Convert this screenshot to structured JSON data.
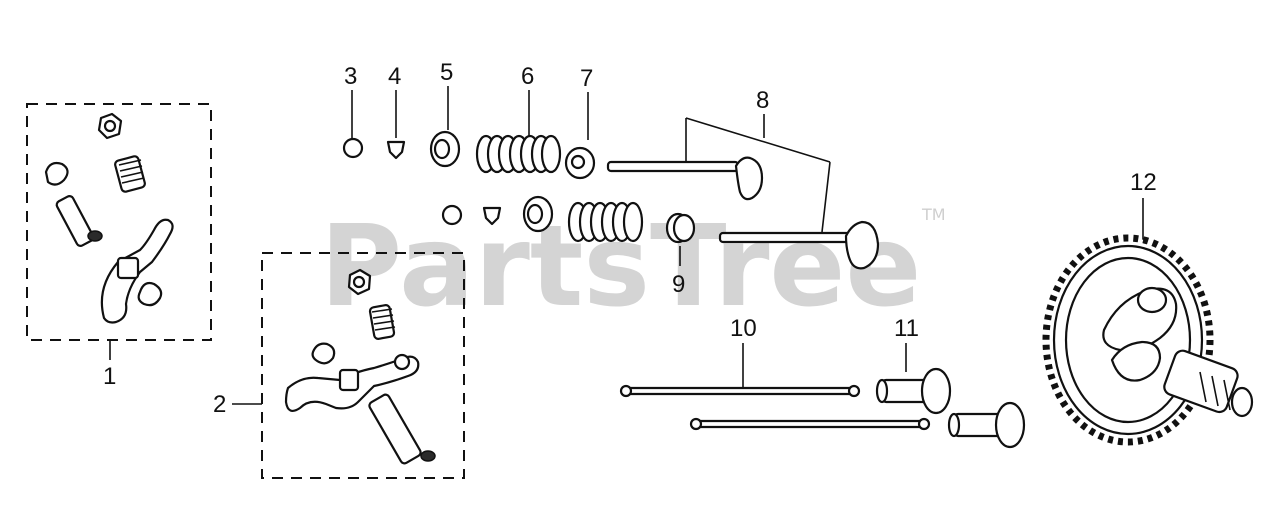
{
  "diagram": {
    "watermark": "PartsTree",
    "trademark": "TM",
    "callouts": {
      "c1": "1",
      "c2": "2",
      "c3": "3",
      "c4": "4",
      "c5": "5",
      "c6": "6",
      "c7": "7",
      "c8": "8",
      "c9": "9",
      "c10": "10",
      "c11": "11",
      "c12": "12"
    }
  }
}
